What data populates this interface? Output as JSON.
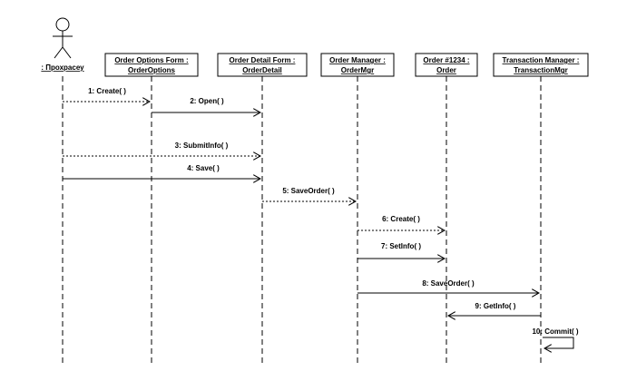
{
  "actor": {
    "name": ": Прохрасеу"
  },
  "objects": [
    {
      "id": "form",
      "line1": "Order Options Form :",
      "line2": "OrderOptions"
    },
    {
      "id": "detail",
      "line1": "Order Detail Form :",
      "line2": "OrderDetail"
    },
    {
      "id": "mgr",
      "line1": "Order Manager :",
      "line2": "OrderMgr"
    },
    {
      "id": "order",
      "line1": "Order #1234 :",
      "line2": "Order"
    },
    {
      "id": "trans",
      "line1": "Transaction Manager :",
      "line2": "TransactionMgr"
    }
  ],
  "messages": [
    {
      "label": "1: Create( )",
      "from": "actor",
      "to": "form",
      "style": "dotted"
    },
    {
      "label": "2: Open( )",
      "from": "form",
      "to": "detail",
      "style": "solid"
    },
    {
      "label": "3: SubmitInfo( )",
      "from": "actor",
      "to": "detail",
      "style": "dotted"
    },
    {
      "label": "4: Save( )",
      "from": "actor",
      "to": "detail",
      "style": "solid"
    },
    {
      "label": "5: SaveOrder( )",
      "from": "detail",
      "to": "mgr",
      "style": "dotted"
    },
    {
      "label": "6: Create( )",
      "from": "mgr",
      "to": "order",
      "style": "dotted"
    },
    {
      "label": "7: SetInfo( )",
      "from": "mgr",
      "to": "order",
      "style": "solid"
    },
    {
      "label": "8: SaveOrder( )",
      "from": "mgr",
      "to": "trans",
      "style": "solid"
    },
    {
      "label": "9: GetInfo( )",
      "from": "trans",
      "to": "order",
      "style": "solid"
    },
    {
      "label": "10: Commit( )",
      "from": "trans",
      "to": "trans",
      "style": "self"
    }
  ]
}
